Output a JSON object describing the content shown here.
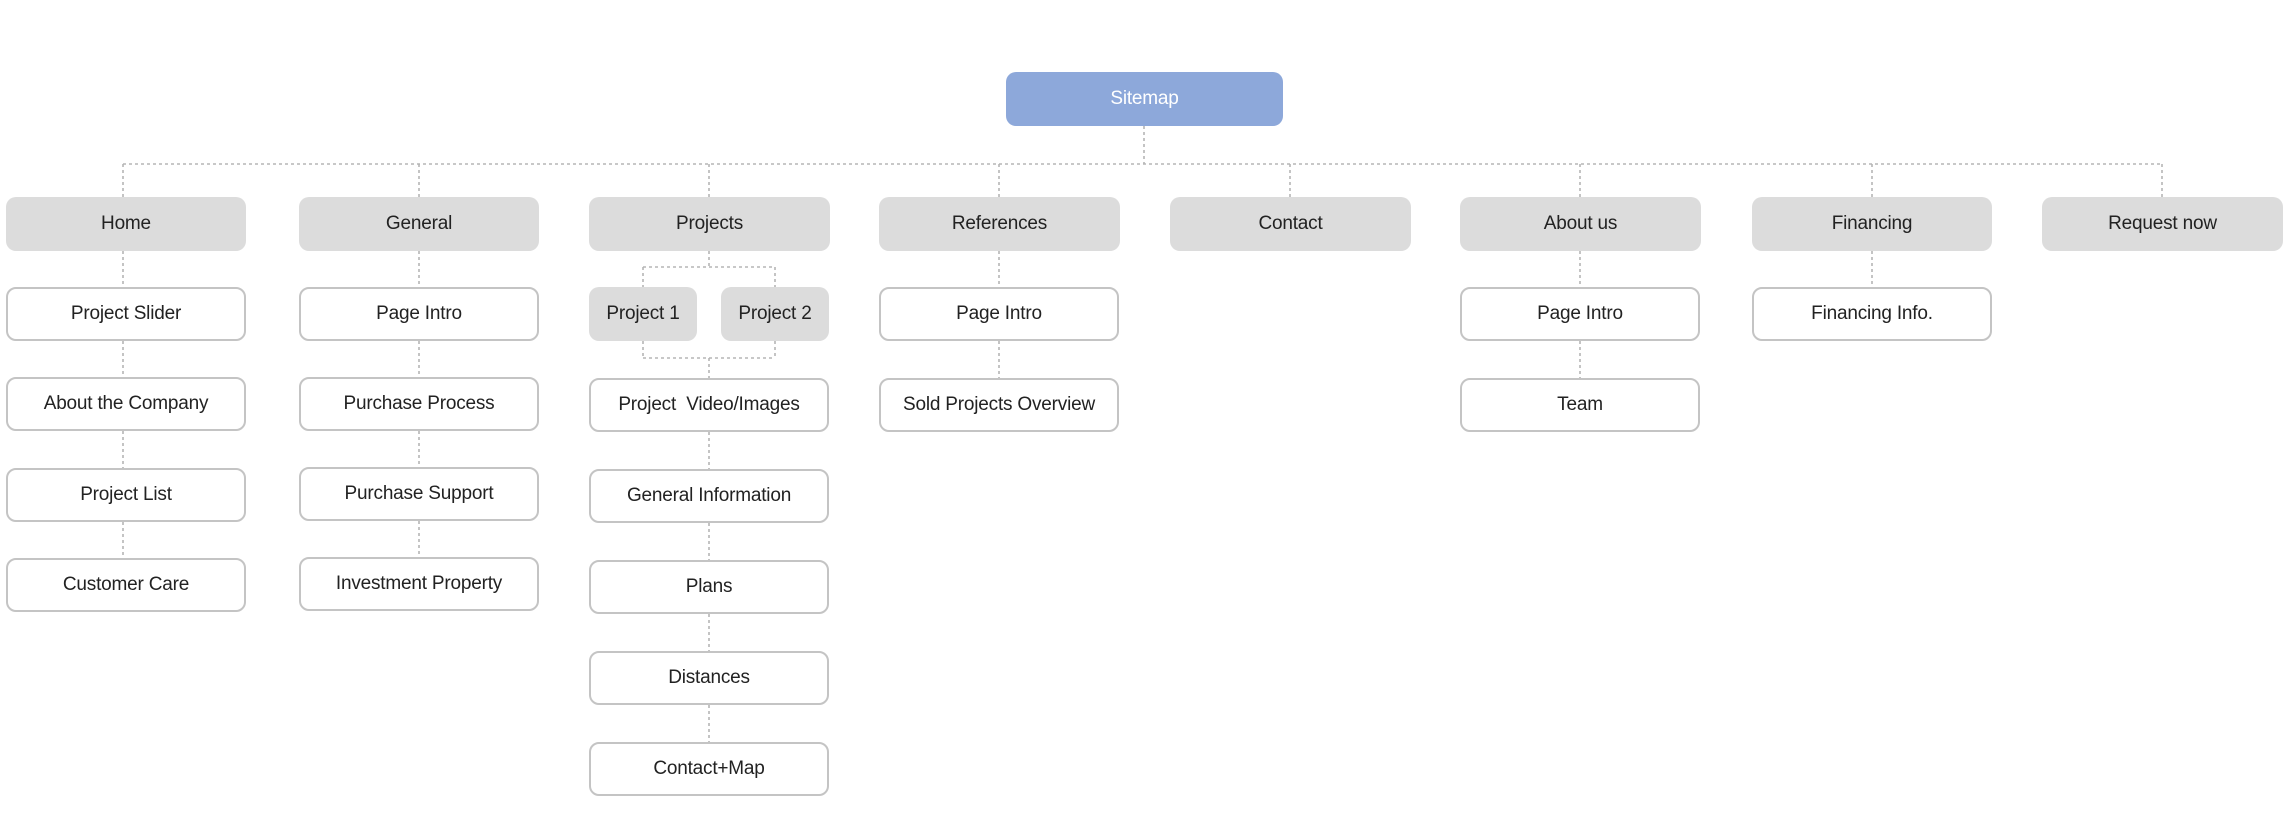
{
  "sitemap": {
    "root": "Sitemap",
    "categories": [
      {
        "label": "Home",
        "pages": [
          "Project Slider",
          "About the Company",
          "Project List",
          "Customer Care"
        ]
      },
      {
        "label": "General",
        "pages": [
          "Page Intro",
          "Purchase Process",
          "Purchase Support",
          "Investment Property"
        ]
      },
      {
        "label": "Projects",
        "subprojects": [
          "Project 1",
          "Project 2"
        ],
        "pages": [
          "Project  Video/Images",
          "General Information",
          "Plans",
          "Distances",
          "Contact+Map"
        ]
      },
      {
        "label": "References",
        "pages": [
          "Page Intro",
          "Sold Projects Overview"
        ]
      },
      {
        "label": "Contact",
        "pages": []
      },
      {
        "label": "About us",
        "pages": [
          "Page Intro",
          "Team"
        ]
      },
      {
        "label": "Financing",
        "pages": [
          "Financing Info."
        ]
      },
      {
        "label": "Request now",
        "pages": []
      }
    ]
  },
  "colors": {
    "root": "#8da8da",
    "category": "#dcdcdc",
    "page_border": "#c4c4c4",
    "connector": "#b5b5b5"
  }
}
